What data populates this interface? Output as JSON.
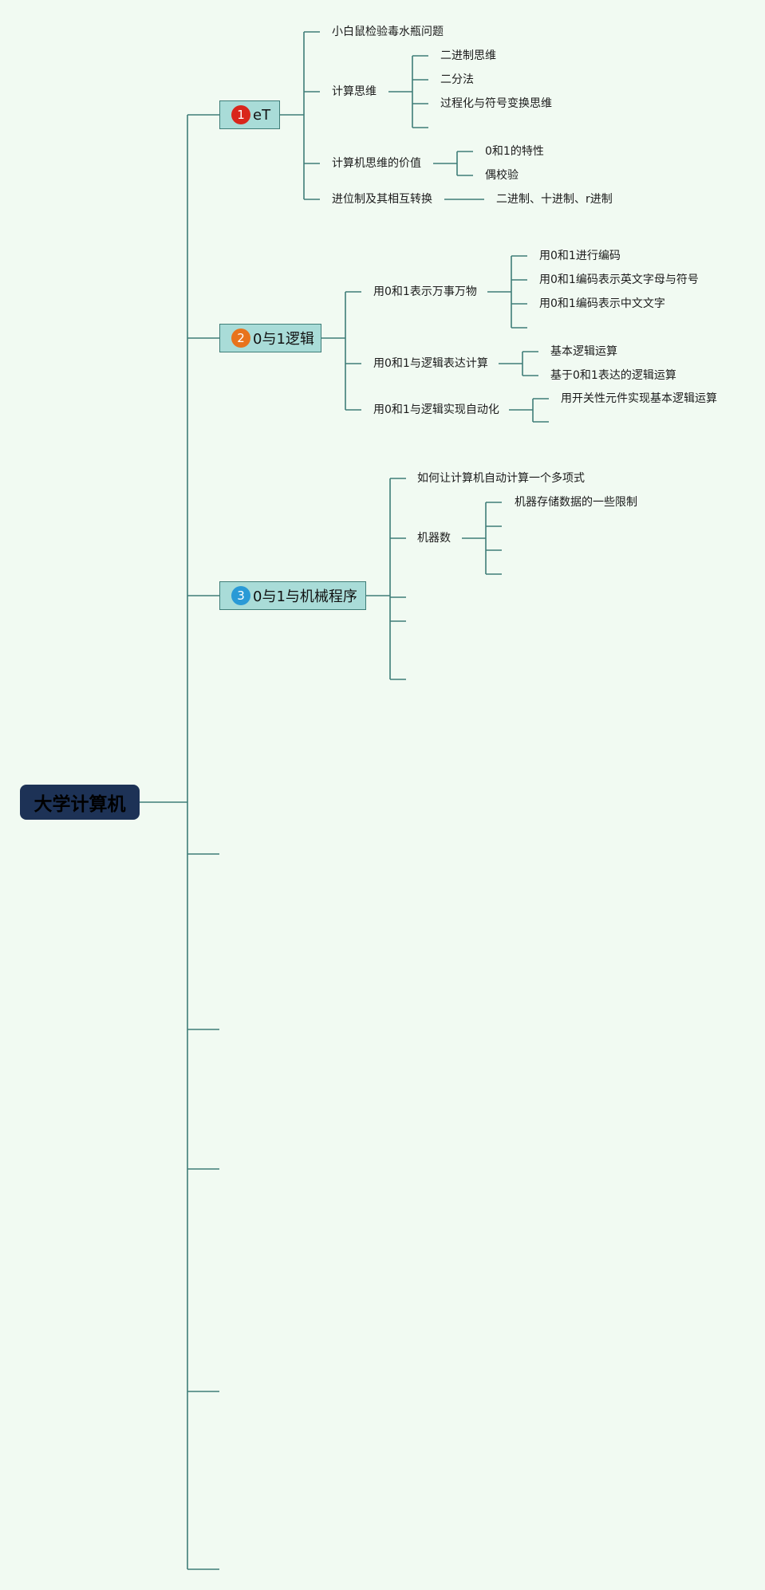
{
  "root": {
    "label": "大学计算机"
  },
  "colors": {
    "line": "#3f7d78",
    "root_fill": "#1d3256",
    "topic_fill": "#a9dcd8",
    "badge_1": "#d9261c",
    "badge_2": "#e8731c",
    "badge_3": "#2a9ad6"
  },
  "topics": [
    {
      "number": "1",
      "label": "eT",
      "children": [
        {
          "label": "小白鼠检验毒水瓶问题"
        },
        {
          "label": "计算思维",
          "children": [
            "二进制思维",
            "二分法",
            "过程化与符号变换思维",
            ""
          ]
        },
        {
          "label": "计算机思维的价值",
          "children": [
            "0和1的特性",
            "偶校验"
          ]
        },
        {
          "label": "进位制及其相互转换",
          "children": [
            "二进制、十进制、r进制"
          ]
        }
      ]
    },
    {
      "number": "2",
      "label": "0与1逻辑",
      "children": [
        {
          "label": "用0和1表示万事万物",
          "children": [
            "用0和1进行编码",
            "用0和1编码表示英文字母与符号",
            "用0和1编码表示中文文字",
            ""
          ]
        },
        {
          "label": "用0和1与逻辑表达计算",
          "children": [
            "基本逻辑运算",
            "基于0和1表达的逻辑运算"
          ]
        },
        {
          "label": "用0和1与逻辑实现自动化",
          "children": [
            "用开关性元件实现基本逻辑运算",
            ""
          ]
        }
      ]
    },
    {
      "number": "3",
      "label": "0与1与机械程序",
      "children": [
        {
          "label": "如何让计算机自动计算一个多项式"
        },
        {
          "label": "机器数",
          "children": [
            "机器存储数据的一些限制",
            "",
            "",
            ""
          ]
        },
        {
          "label": ""
        },
        {
          "label": ""
        },
        {
          "label": ""
        }
      ]
    }
  ]
}
